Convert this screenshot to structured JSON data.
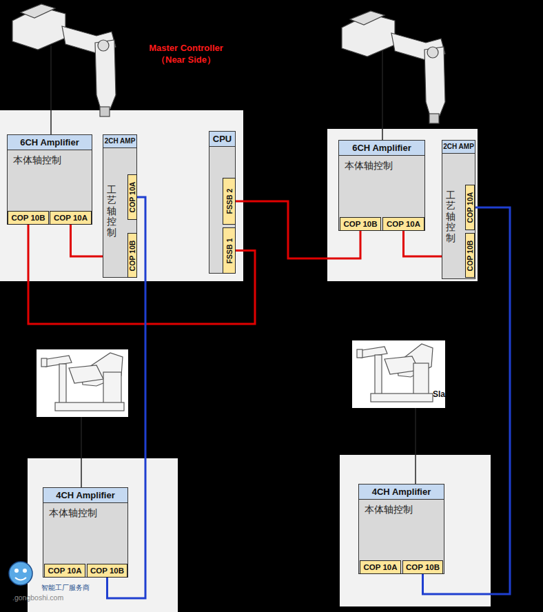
{
  "diagram": {
    "nodes": [
      {
        "text": [
          "6CH Amplifier",
          "本体轴控制"
        ]
      },
      {
        "text": [
          "COP 10B"
        ],
        "in": 0
      },
      {
        "text": [
          "COP 10A"
        ],
        "in": 0
      },
      {
        "text": [
          "2CH AMP",
          "工艺轴控制"
        ]
      },
      {
        "text": [
          "COP 10A"
        ],
        "in": 3
      },
      {
        "text": [
          "COP 10B"
        ],
        "in": 3
      },
      {
        "text": [
          "CPU"
        ]
      },
      {
        "text": [
          "FSSB 2"
        ],
        "in": 6
      },
      {
        "text": [
          "FSSB 1"
        ],
        "in": 6
      },
      {
        "text": [
          "6CH Amplifier",
          "本体轴控制"
        ]
      },
      {
        "text": [
          "COP 10B"
        ],
        "in": 9
      },
      {
        "text": [
          "COP 10A"
        ],
        "in": 9
      },
      {
        "text": [
          "2CH AMP",
          "工艺轴控制"
        ]
      },
      {
        "text": [
          "COP 10A"
        ],
        "in": 12
      },
      {
        "text": [
          "COP 10B"
        ],
        "in": 12
      },
      {
        "text": [
          "4CH Amplifier",
          "本体轴控制"
        ]
      },
      {
        "text": [
          "COP 10A"
        ],
        "in": 15
      },
      {
        "text": [
          "COP 10B"
        ],
        "in": 15
      },
      {
        "text": [
          "4CH Amplifier",
          "本体轴控制"
        ]
      },
      {
        "text": [
          "COP 10A"
        ],
        "in": 18
      },
      {
        "text": [
          "COP 10B"
        ],
        "in": 18
      }
    ],
    "edges": [
      {
        "from": 2,
        "to": 5,
        "arrow": "none"
      },
      {
        "from": 1,
        "to": 8,
        "arrow": "none"
      },
      {
        "from": 7,
        "to": 10,
        "arrow": "none"
      },
      {
        "from": 11,
        "to": 14,
        "arrow": "none"
      },
      {
        "from": 4,
        "to": 17,
        "arrow": "none"
      },
      {
        "from": 13,
        "to": 20,
        "arrow": "none"
      }
    ],
    "labels": [
      "Master Controller （Near Side）",
      "Sla",
      "智能工厂服务商",
      ".gongboshi.com"
    ]
  }
}
